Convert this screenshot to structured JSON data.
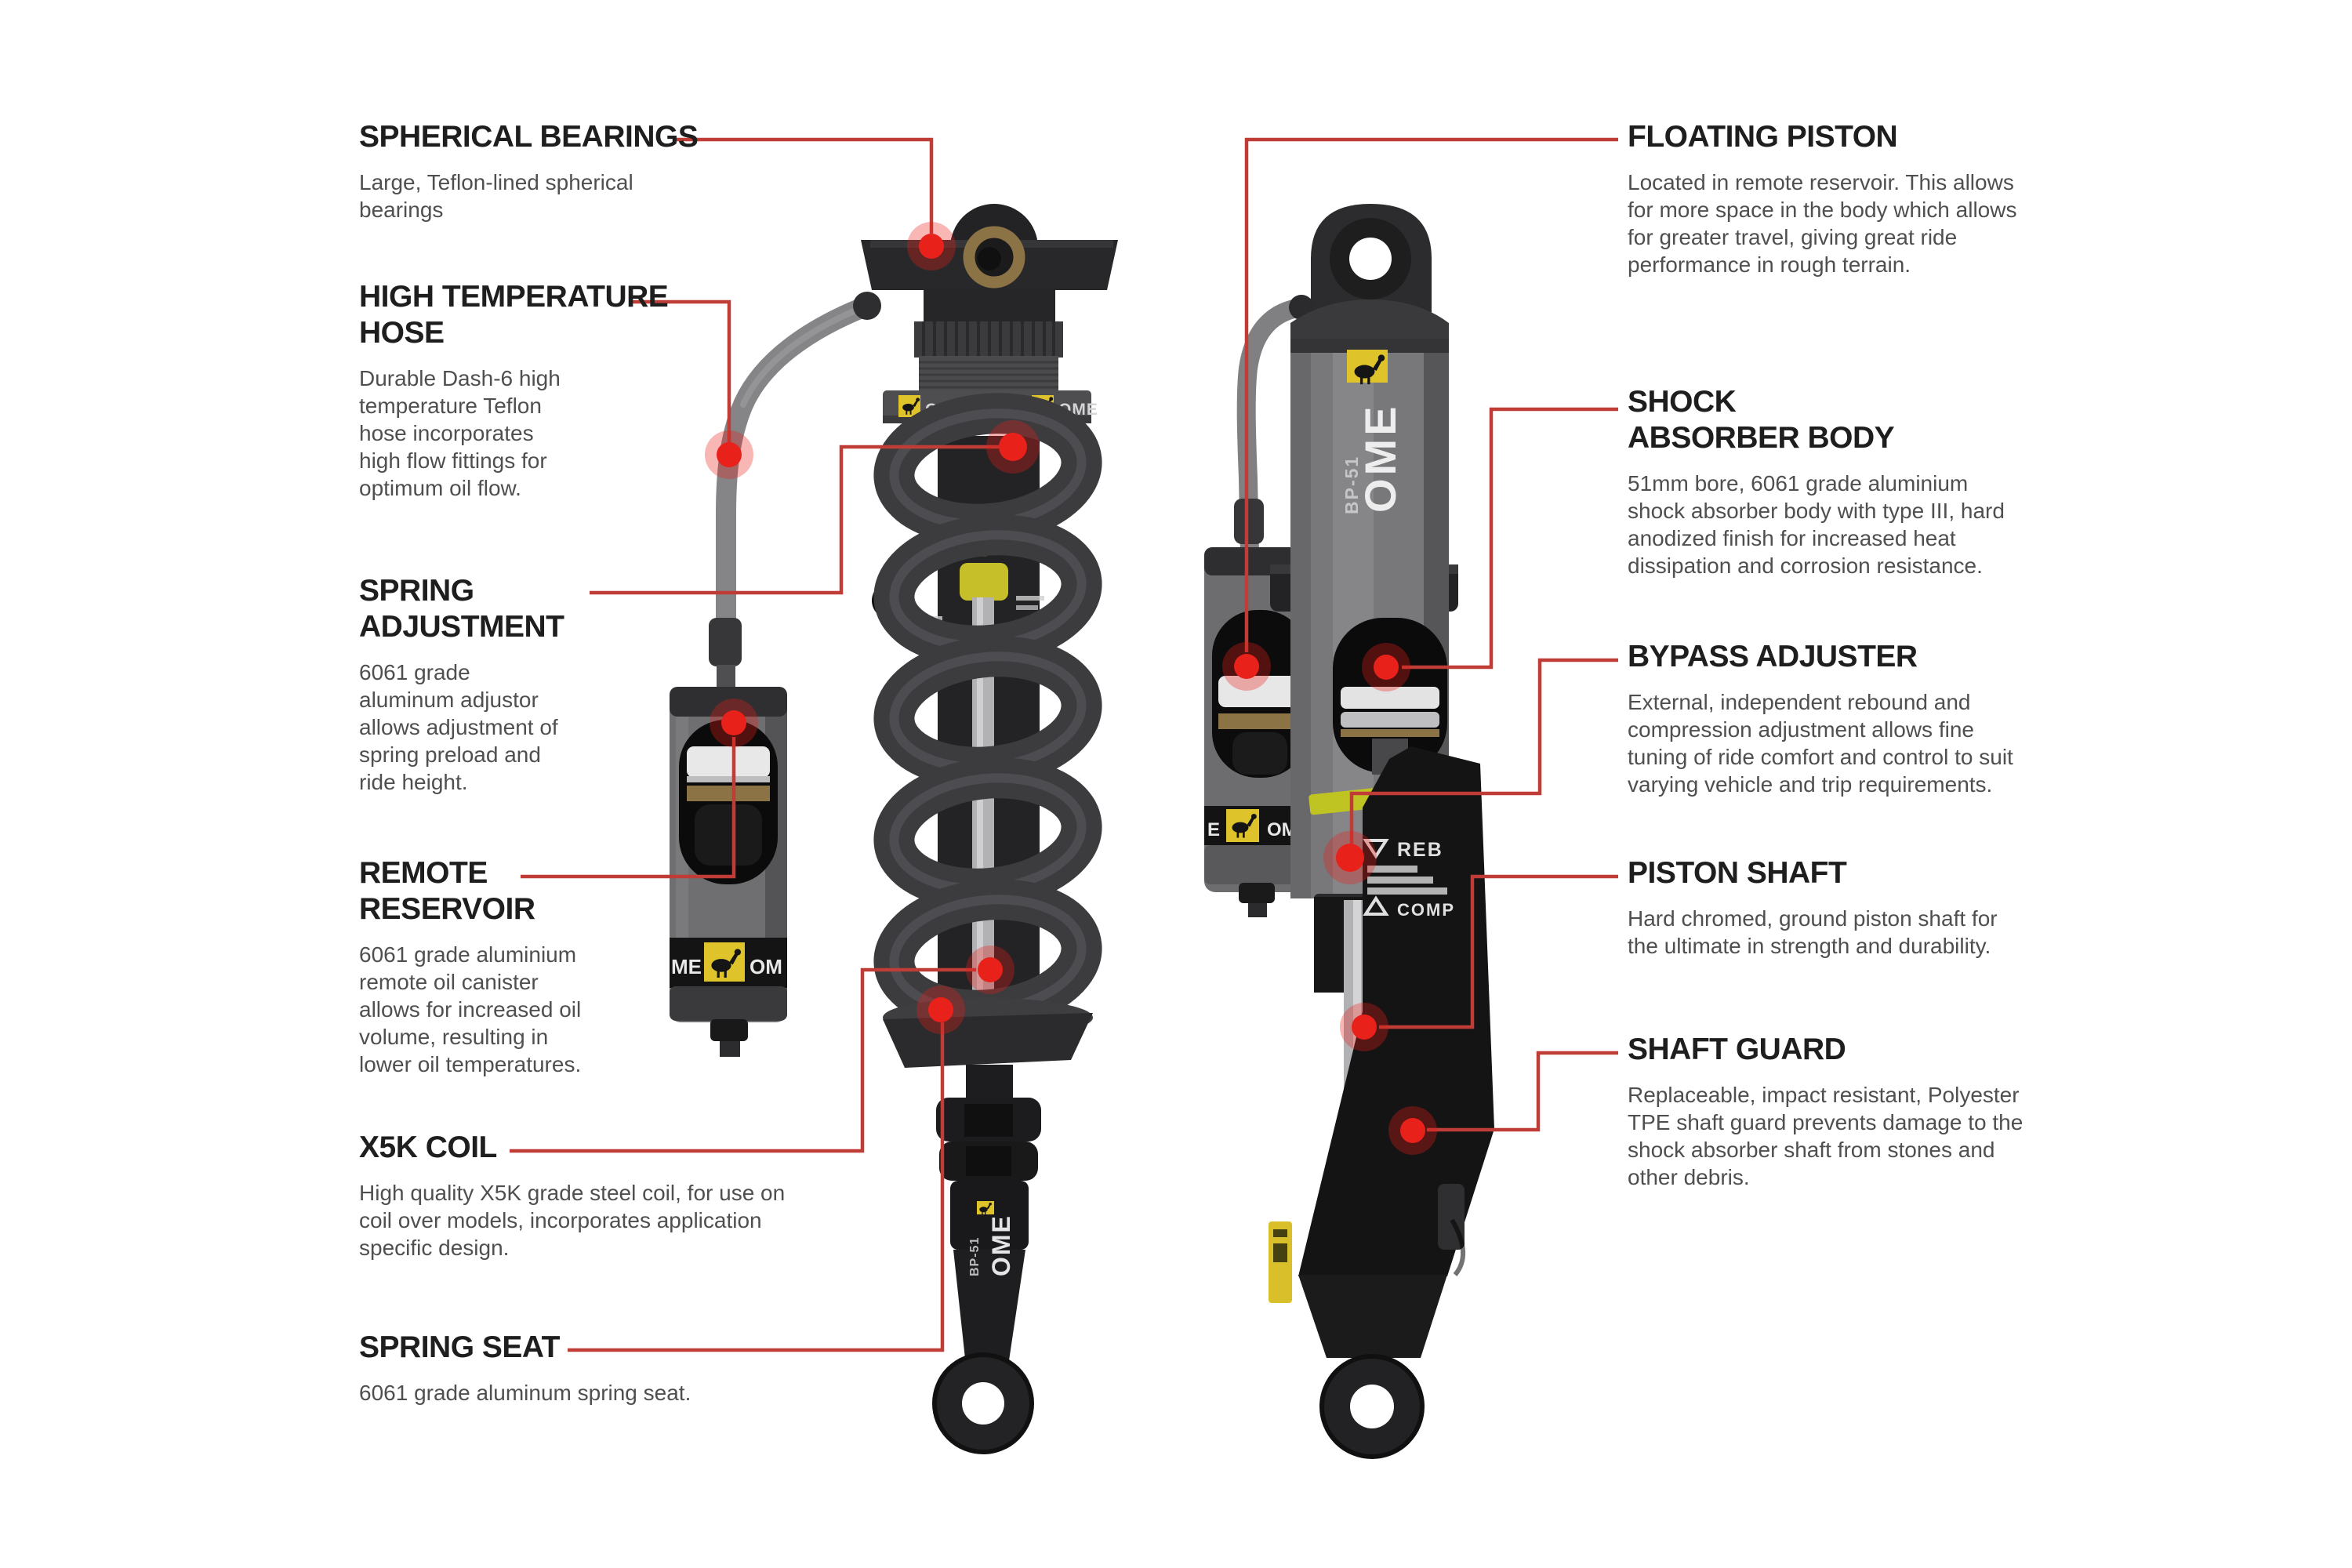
{
  "colors": {
    "background": "#ffffff",
    "leader_red": "#bf3d36",
    "dot_red": "#e81d17",
    "brand_yellow": "#dec32b",
    "hazard_band_yellow": "#c0c423",
    "heading_text": "#1e1e1e",
    "body_text": "#4f4f4f",
    "shock_gray": "#78787b",
    "charcoal": "#2c2c2e",
    "silver": "#b1b1b4",
    "gold_bushing": "#8c7346"
  },
  "callouts": {
    "left": [
      {
        "id": "spherical-bearings",
        "title": "SPHERICAL BEARINGS",
        "description": "Large, Teflon-lined spherical\nbearings"
      },
      {
        "id": "high-temperature-hose",
        "title": "HIGH TEMPERATURE\nHOSE",
        "description": "Durable Dash-6 high\ntemperature Teflon\nhose incorporates\nhigh flow fittings for\noptimum oil flow."
      },
      {
        "id": "spring-adjustment",
        "title": "SPRING\nADJUSTMENT",
        "description": "6061 grade\naluminum adjustor\nallows adjustment of\nspring preload and\nride height."
      },
      {
        "id": "remote-reservoir",
        "title": "REMOTE\nRESERVOIR",
        "description": "6061 grade aluminium\nremote oil canister\nallows for increased oil\nvolume, resulting in\nlower oil temperatures."
      },
      {
        "id": "x5k-coil",
        "title": "X5K COIL",
        "description": "High quality X5K grade steel coil, for use on\ncoil over models, incorporates application\nspecific design."
      },
      {
        "id": "spring-seat",
        "title": "SPRING SEAT",
        "description": "6061 grade aluminum spring seat."
      }
    ],
    "right": [
      {
        "id": "floating-piston",
        "title": "FLOATING PISTON",
        "description": "Located in remote reservoir. This allows\nfor more space in the body which allows\nfor greater travel, giving great ride\nperformance in rough terrain."
      },
      {
        "id": "shock-absorber-body",
        "title": "SHOCK\nABSORBER BODY",
        "description": "51mm bore, 6061 grade aluminium\nshock absorber body with type III, hard\nanodized finish for increased heat\ndissipation and corrosion resistance."
      },
      {
        "id": "bypass-adjuster",
        "title": "BYPASS ADJUSTER",
        "description": "External, independent rebound and\ncompression adjustment allows fine\ntuning of ride comfort and control to suit\nvarying vehicle and trip requirements."
      },
      {
        "id": "piston-shaft",
        "title": "PISTON SHAFT",
        "description": "Hard chromed, ground piston shaft for\nthe ultimate in strength and durability."
      },
      {
        "id": "shaft-guard",
        "title": "SHAFT GUARD",
        "description": "Replaceable, impact resistant, Polyester\nTPE shaft guard prevents damage to the\nshock absorber shaft from stones and\nother debris."
      }
    ]
  },
  "artwork": {
    "brand": "OME",
    "model": "BP-51",
    "reb_label": "REB",
    "comp_label": "COMP",
    "reservoir_label_left": "ME",
    "reservoir_label_right": "OM",
    "piggyback_label_left": "E",
    "piggyback_label_right": "OM"
  }
}
